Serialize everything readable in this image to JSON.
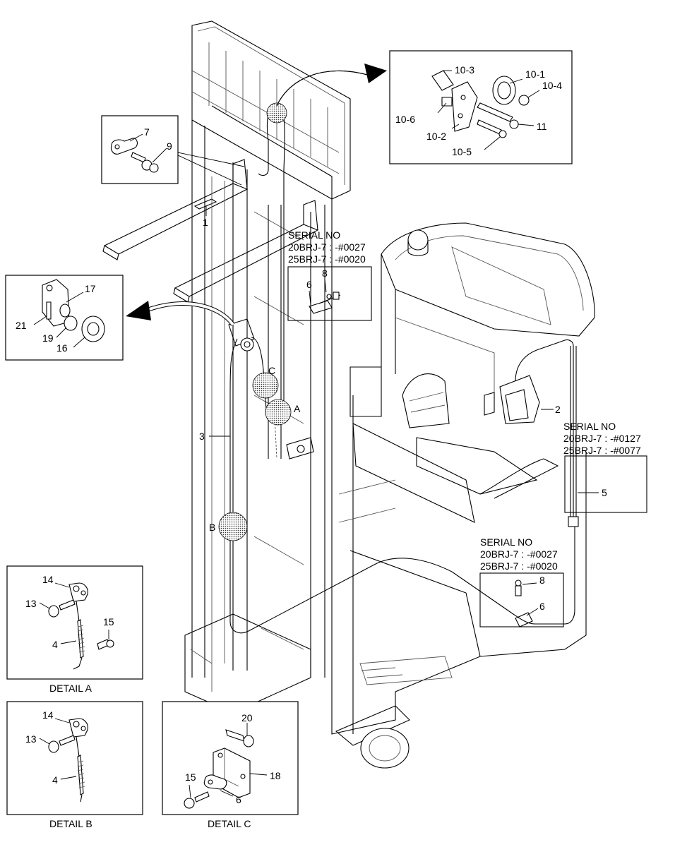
{
  "callouts": {
    "c1": "1",
    "c2": "2",
    "c3": "3",
    "c5": "5",
    "c6_mast": "6",
    "c8_mast": "8",
    "c6_base": "6",
    "c8_base": "8",
    "c7": "7",
    "c9": "9",
    "c10_1": "10-1",
    "c10_2": "10-2",
    "c10_3": "10-3",
    "c10_4": "10-4",
    "c10_5": "10-5",
    "c10_6": "10-6",
    "c11": "11",
    "c16": "16",
    "c17": "17",
    "c19": "19",
    "c21": "21",
    "letter_a": "A",
    "letter_b": "B",
    "letter_c": "C"
  },
  "serial_mast": {
    "title": "SERIAL NO",
    "line1": "20BRJ-7 : -#0027",
    "line2": "25BRJ-7 : -#0020"
  },
  "serial_right": {
    "title": "SERIAL NO",
    "line1": "20BRJ-7 : -#0127",
    "line2": "25BRJ-7 : -#0077"
  },
  "serial_base": {
    "title": "SERIAL NO",
    "line1": "20BRJ-7 : -#0027",
    "line2": "25BRJ-7 : -#0020"
  },
  "detail_a": {
    "caption": "DETAIL A",
    "c14": "14",
    "c13": "13",
    "c15": "15",
    "c4": "4"
  },
  "detail_b": {
    "caption": "DETAIL B",
    "c14": "14",
    "c13": "13",
    "c4": "4"
  },
  "detail_c": {
    "caption": "DETAIL C",
    "c20": "20",
    "c18": "18",
    "c15": "15",
    "c6": "6"
  }
}
